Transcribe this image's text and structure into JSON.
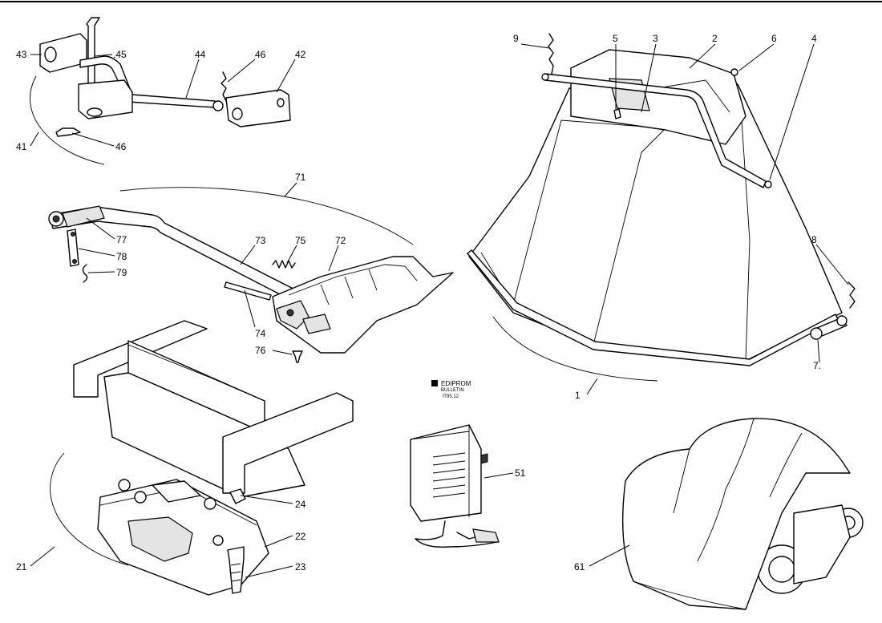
{
  "labels": [
    {
      "id": "43",
      "text": "43"
    },
    {
      "id": "45",
      "text": ".45"
    },
    {
      "id": "44",
      "text": "44"
    },
    {
      "id": "46a",
      "text": "46"
    },
    {
      "id": "42",
      "text": "42"
    },
    {
      "id": "41",
      "text": "41"
    },
    {
      "id": "46b",
      "text": "46"
    },
    {
      "id": "71",
      "text": "71"
    },
    {
      "id": "77",
      "text": "77"
    },
    {
      "id": "78",
      "text": "78"
    },
    {
      "id": "79",
      "text": "79"
    },
    {
      "id": "73",
      "text": "73"
    },
    {
      "id": "75",
      "text": "75"
    },
    {
      "id": "72",
      "text": "72"
    },
    {
      "id": "74",
      "text": "74"
    },
    {
      "id": "76",
      "text": "76"
    },
    {
      "id": "9",
      "text": "9"
    },
    {
      "id": "5",
      "text": "5"
    },
    {
      "id": "3",
      "text": "3"
    },
    {
      "id": "2",
      "text": "2"
    },
    {
      "id": "6",
      "text": "6"
    },
    {
      "id": "4",
      "text": "4"
    },
    {
      "id": "8",
      "text": "8"
    },
    {
      "id": "7",
      "text": "7."
    },
    {
      "id": "1",
      "text": "1"
    },
    {
      "id": "51",
      "text": "51"
    },
    {
      "id": "24",
      "text": "24"
    },
    {
      "id": "22",
      "text": "22"
    },
    {
      "id": "23",
      "text": "23"
    },
    {
      "id": "21",
      "text": "21"
    },
    {
      "id": "61",
      "text": "61"
    }
  ],
  "logo": {
    "brand": "EDIPROM",
    "sub": "BULLETIN",
    "ref": "f795.12"
  }
}
